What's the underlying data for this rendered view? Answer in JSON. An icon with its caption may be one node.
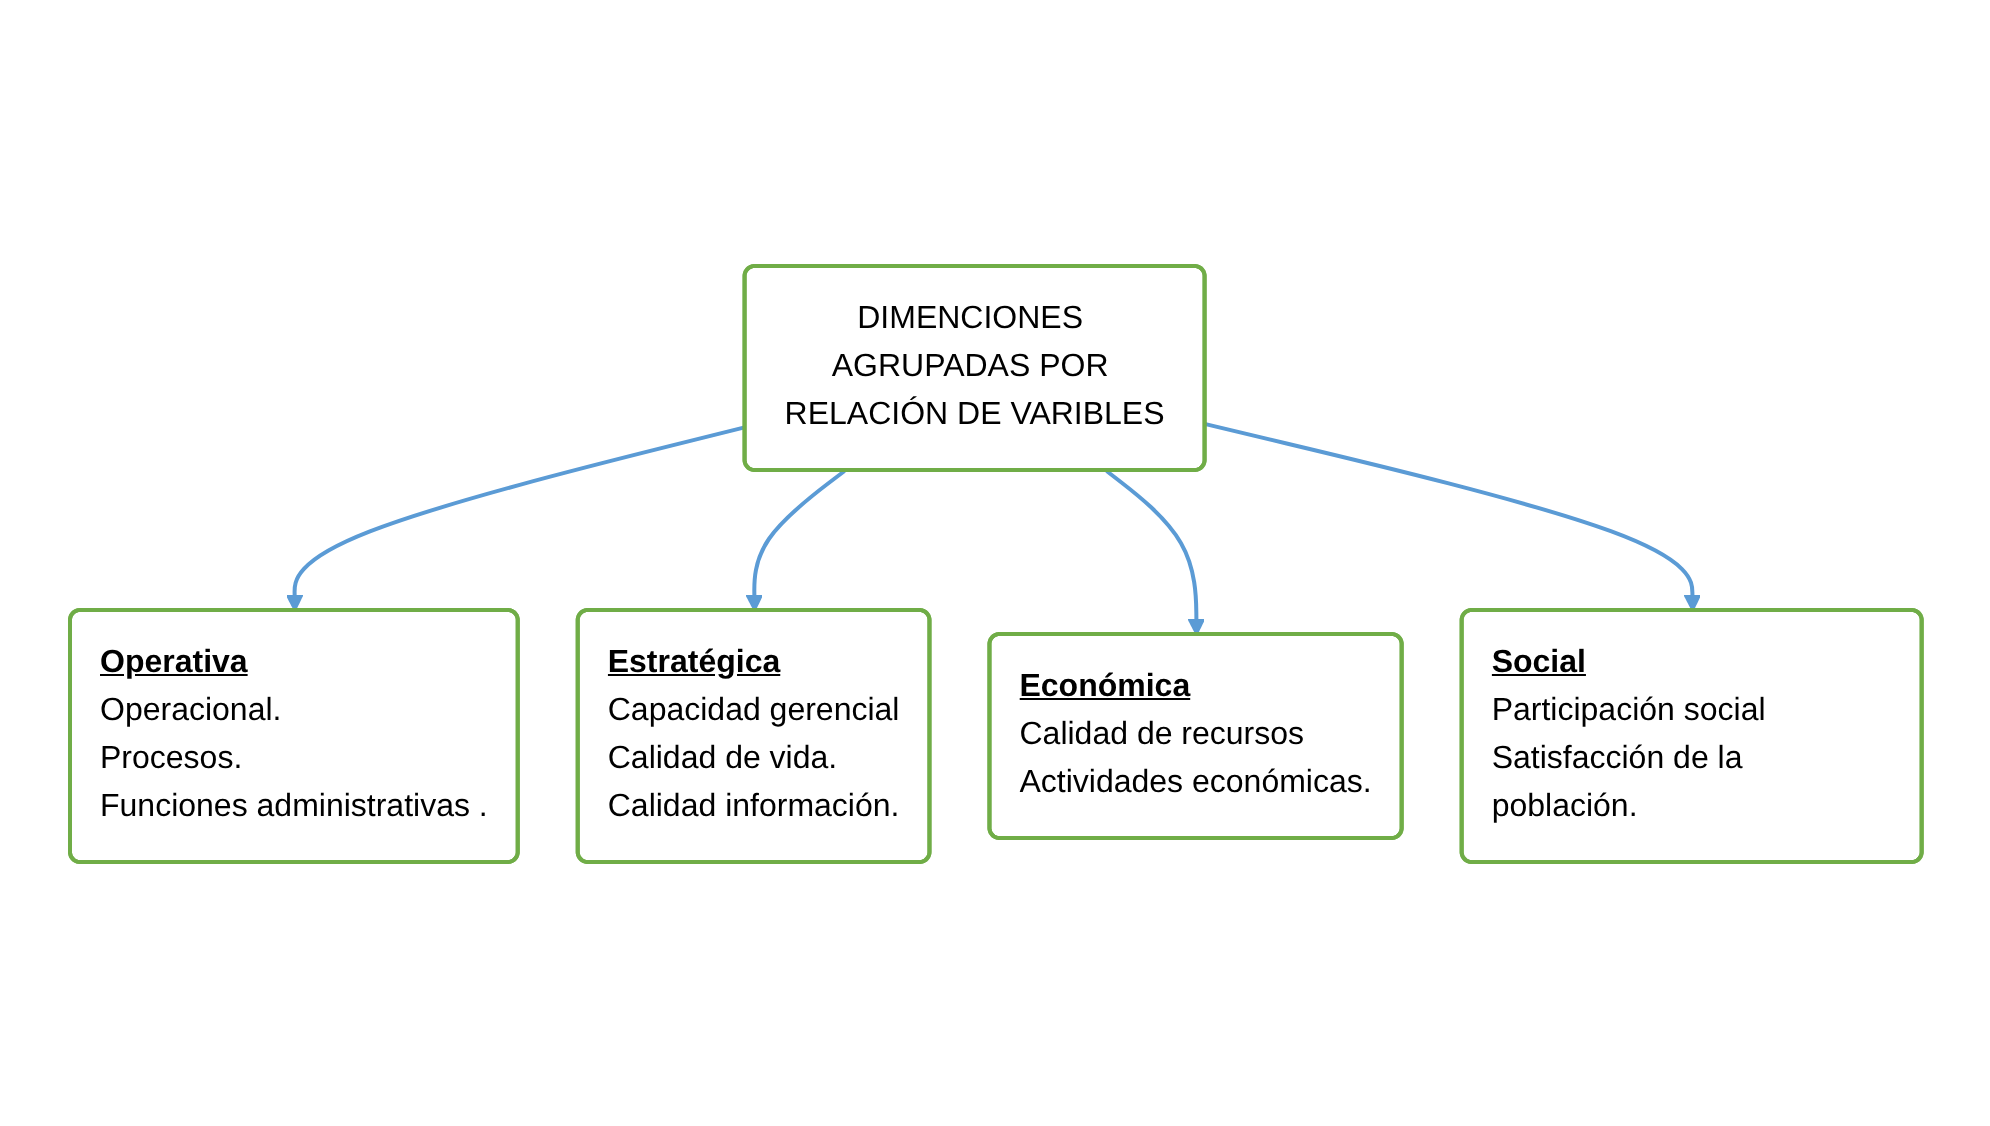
{
  "diagram": {
    "nodes": [
      {
        "text": [
          "Operativa",
          "Operacional.",
          "Procesos.",
          "Funciones administrativas ."
        ]
      },
      {
        "text": [
          "Estratégica",
          "Capacidad gerencial",
          "Calidad de vida.",
          "Calidad información."
        ]
      },
      {
        "text": [
          "DIMENCIONES AGRUPADAS POR RELACIÓN DE VARIBLES"
        ]
      },
      {
        "text": [
          "Económica",
          "Calidad de recursos",
          "Actividades económicas."
        ]
      },
      {
        "text": [
          "Social",
          "Participación social",
          "Satisfacción de la población."
        ]
      }
    ],
    "edges": [
      {
        "from": 2,
        "to": 0,
        "arrow": "to"
      },
      {
        "from": 2,
        "to": 1,
        "arrow": "to"
      },
      {
        "from": 2,
        "to": 3,
        "arrow": "to"
      },
      {
        "from": 2,
        "to": 4,
        "arrow": "to"
      }
    ]
  }
}
